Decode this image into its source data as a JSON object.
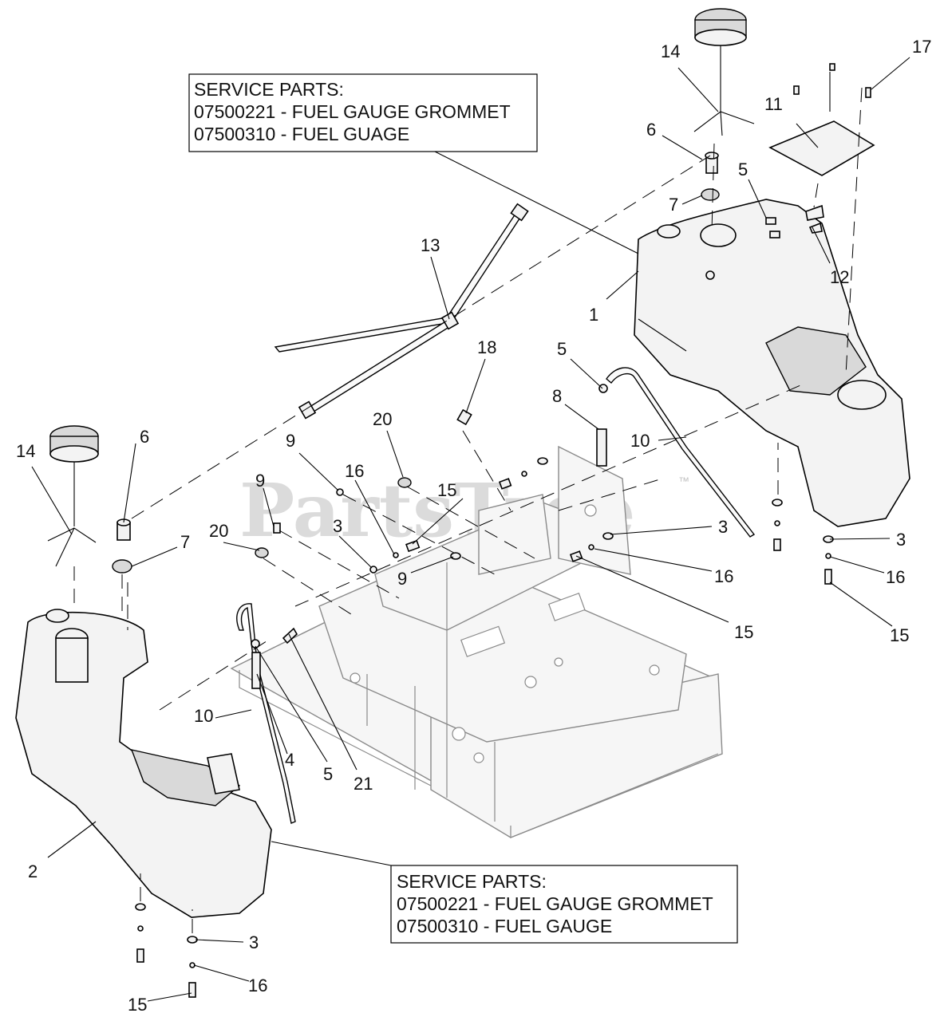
{
  "watermark": {
    "text": "PartsTree",
    "tm": "™"
  },
  "service_box_top": {
    "line1": "SERVICE PARTS:",
    "line2": "07500221 - FUEL GAUGE GROMMET",
    "line3": "07500310 - FUEL GUAGE"
  },
  "service_box_bottom": {
    "line1": "SERVICE PARTS:",
    "line2": "07500221 - FUEL GAUGE GROMMET",
    "line3": "07500310 - FUEL GAUGE"
  },
  "callouts": {
    "c1": "1",
    "c2": "2",
    "c3a": "3",
    "c3b": "3",
    "c3c": "3",
    "c3d": "3",
    "c4": "4",
    "c5a": "5",
    "c5b": "5",
    "c5c": "5",
    "c6a": "6",
    "c6b": "6",
    "c7a": "7",
    "c7b": "7",
    "c8": "8",
    "c9a": "9",
    "c9b": "9",
    "c9c": "9",
    "c10a": "10",
    "c10b": "10",
    "c11": "11",
    "c12": "12",
    "c13": "13",
    "c14a": "14",
    "c14b": "14",
    "c15a": "15",
    "c15b": "15",
    "c15c": "15",
    "c15d": "15",
    "c16a": "16",
    "c16b": "16",
    "c16c": "16",
    "c16d": "16",
    "c17": "17",
    "c18": "18",
    "c20a": "20",
    "c20b": "20",
    "c21": "21"
  }
}
